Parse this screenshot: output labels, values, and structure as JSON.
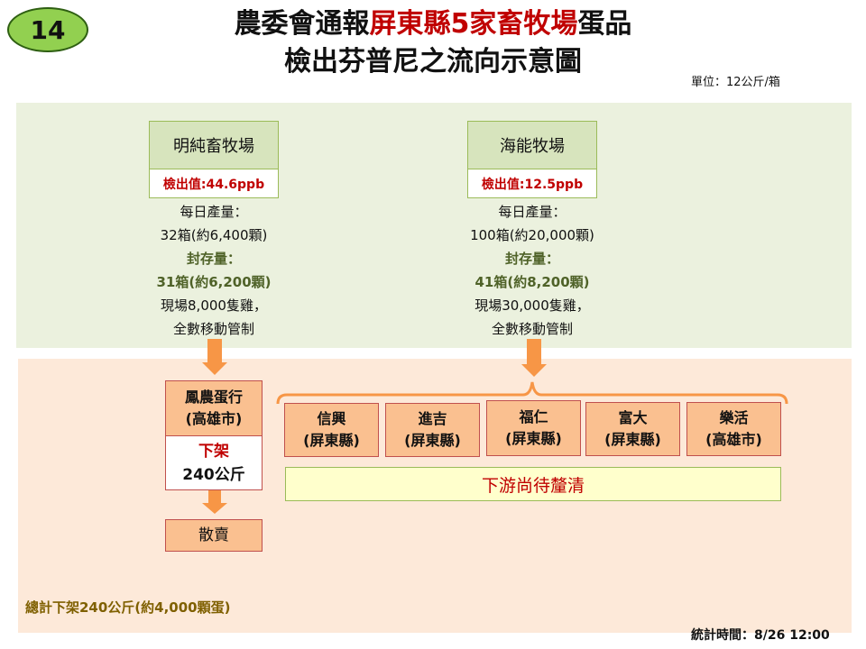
{
  "slide": {
    "number": "14",
    "title_line1_a": "農委會通報",
    "title_line1_b": "屏東縣5家畜牧場",
    "title_line1_c": "蛋品",
    "title_line2": "檢出芬普尼之流向示意圖",
    "unit": "單位：12公斤/箱"
  },
  "farms": [
    {
      "name": "明純畜牧場",
      "detect": "檢出值:44.6ppb",
      "daily_label": "每日產量：",
      "daily_value": "32箱(約6,400顆)",
      "sealed_label": "封存量：",
      "sealed_value": "31箱(約6,200顆)",
      "chickens": "現場8,000隻雞，",
      "control": "全數移動管制"
    },
    {
      "name": "海能牧場",
      "detect": "檢出值:12.5ppb",
      "daily_label": "每日產量：",
      "daily_value": "100箱(約20,000顆)",
      "sealed_label": "封存量：",
      "sealed_value": "41箱(約8,200顆)",
      "chickens": "現場30,000隻雞，",
      "control": "全數移動管制"
    }
  ],
  "farm1_downstream": {
    "name_line1": "鳳農蛋行",
    "name_line2": "(高雄市)",
    "action": "下架",
    "amount": "240公斤",
    "next": "散賣"
  },
  "farm2_downstream": [
    {
      "name": "信興",
      "region": "(屏東縣)"
    },
    {
      "name": "進吉",
      "region": "(屏東縣)"
    },
    {
      "name": "福仁",
      "region": "(屏東縣)"
    },
    {
      "name": "富大",
      "region": "(屏東縣)"
    },
    {
      "name": "樂活",
      "region": "(高雄市)"
    }
  ],
  "pending_note": "下游尚待釐清",
  "total": "總計下架240公斤(約4,000顆蛋)",
  "timestamp": "統計時間：8/26 12:00",
  "colors": {
    "badge": "#92d050",
    "farm_region": "#ebf1de",
    "dist_region": "#fde9d9",
    "arrow": "#f79646",
    "box_orange": "#fac090",
    "highlight_red": "#c00000"
  }
}
